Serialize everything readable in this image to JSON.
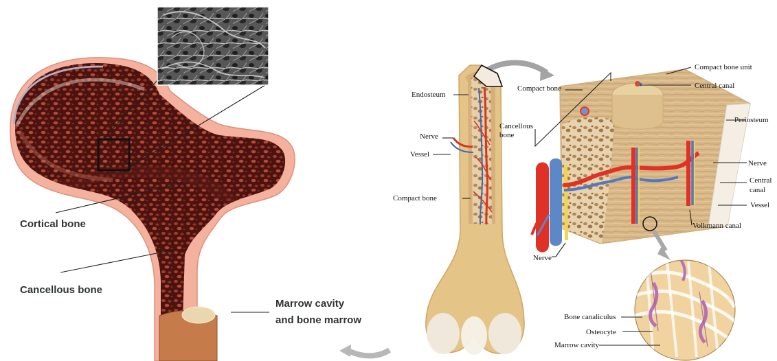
{
  "left_labels": {
    "cortical": "Cortical bone",
    "cancellous": "Cancellous bone",
    "marrow_line1": "Marrow cavity",
    "marrow_line2": "and bone marrow"
  },
  "right_labels": {
    "endosteum": "Endosteum",
    "nerve": "Nerve",
    "vessel": "Vessel",
    "compact_bone_long": "Compact bone",
    "cancellous_line1": "Cancellous",
    "cancellous_line2": "bone",
    "compact_bone_block": "Compact bone",
    "compact_bone_unit": "Compact bone unit",
    "central_canal_top": "Central canal",
    "periosteum": "Periosteum",
    "nerve_right": "Nerve",
    "central_canal_line1": "Central",
    "central_canal_line2": "canal",
    "vessel_right": "Vessel",
    "volkmann_canal": "Volkmann canal",
    "nerve_bottom": "Nerve",
    "bone_canaliculus": "Bone canaliculus",
    "osteocyte": "Osteocyte",
    "marrow_cavity": "Marrow cavity"
  },
  "colors": {
    "cortical_outer": "#f4b19d",
    "cortical_inner": "#c8856f",
    "cancellous_fill": "#8c2f23",
    "marrow_fill": "#ead7b0",
    "bone_beige": "#e5c488",
    "vessel_red": "#e03124",
    "vessel_blue": "#4f7fc5",
    "nerve_yellow": "#f2d447",
    "lens_fill": "#f0d39e",
    "lens_cell": "#b772b4"
  }
}
